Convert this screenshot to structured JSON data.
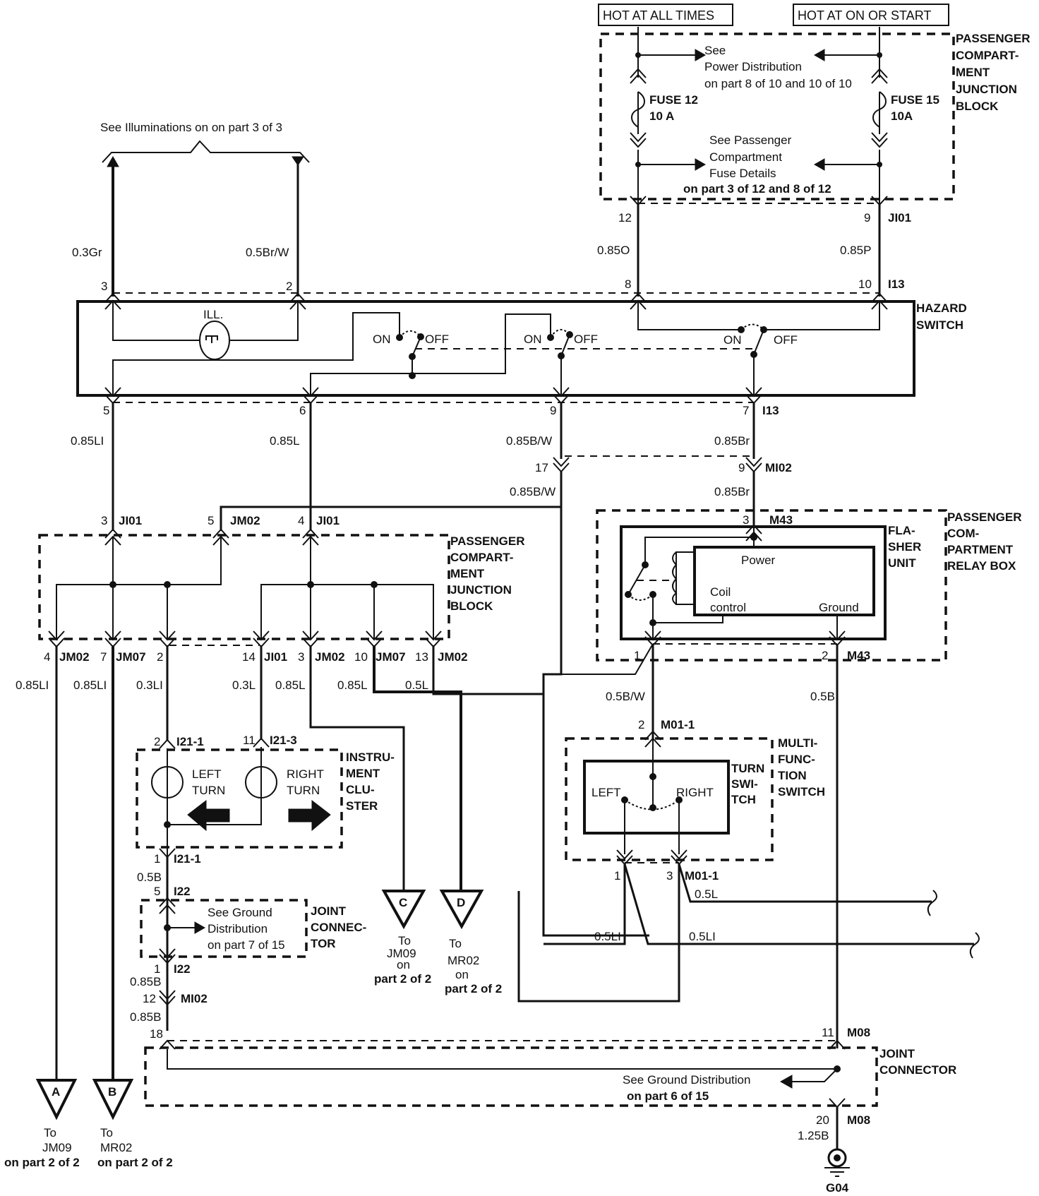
{
  "power_sources": {
    "hot_at_all_times": "HOT AT ALL TIMES",
    "hot_at_on_or_start": "HOT AT ON OR START"
  },
  "pcjb_top": {
    "label": [
      "PASSENGER",
      "COMPART-",
      "MENT",
      "JUNCTION",
      "BLOCK"
    ],
    "see_power": [
      "See",
      "Power Distribution",
      "on part 8 of 10 and 10 of 10"
    ],
    "fuse12": [
      "FUSE 12",
      "10 A"
    ],
    "fuse15": [
      "FUSE 15",
      "10A"
    ],
    "see_fuse": [
      "See Passenger",
      "Compartment",
      "Fuse Details",
      "on part 3 of 12 and 8 of 12"
    ],
    "pin_left": "12",
    "pin_right": "9",
    "connector": "JI01"
  },
  "illumination": {
    "note": "See Illuminations on on part 3 of 3",
    "wire_left": "0.3Gr",
    "wire_right": "0.5Br/W"
  },
  "hazard_switch": {
    "label": [
      "HAZARD",
      "SWITCH"
    ],
    "ill_label": "ILL.",
    "on": "ON",
    "off": "OFF",
    "pins_top": [
      "3",
      "2",
      "8",
      "10"
    ],
    "connector_top": "I13",
    "pins_bottom": [
      "5",
      "6",
      "9",
      "7"
    ],
    "connector_bottom": "I13",
    "wire_8": "0.85O",
    "wire_10": "0.85P"
  },
  "wires_mid": {
    "w5": "0.85LI",
    "w6": "0.85L",
    "w9": "0.85B/W",
    "w7": "0.85Br",
    "mi02_pin_17": "17",
    "mi02_pin_9": "9",
    "mi02_connector": "MI02",
    "w17": "0.85B/W",
    "w9b": "0.85Br"
  },
  "pcjb_mid": {
    "label": [
      "PASSENGER",
      "COMPART-",
      "MENT",
      "JUNCTION",
      "BLOCK"
    ],
    "top_pins": [
      {
        "pin": "3",
        "conn": "JI01"
      },
      {
        "pin": "5",
        "conn": "JM02"
      },
      {
        "pin": "4",
        "conn": "JI01"
      }
    ],
    "bottom_pins": [
      {
        "pin": "4",
        "conn": "JM02",
        "wire": "0.85LI"
      },
      {
        "pin": "7",
        "conn": "JM07",
        "wire": "0.85LI"
      },
      {
        "pin": "2",
        "conn": "",
        "wire": "0.3LI"
      },
      {
        "pin": "14",
        "conn": "JI01",
        "wire": "0.3L"
      },
      {
        "pin": "3",
        "conn": "JM02",
        "wire": "0.85L"
      },
      {
        "pin": "10",
        "conn": "JM07",
        "wire": "0.85L"
      },
      {
        "pin": "13",
        "conn": "JM02",
        "wire": "0.5L"
      }
    ]
  },
  "flasher": {
    "relay_box_label": [
      "PASSENGER",
      "COM-",
      "PARTMENT",
      "RELAY BOX"
    ],
    "unit_label": [
      "FLA-",
      "SHER",
      "UNIT"
    ],
    "power": "Power",
    "coil": "Coil",
    "control": "control",
    "ground": "Ground",
    "pin_top": "3",
    "conn_top": "M43",
    "pin_1": "1",
    "pin_2": "2",
    "conn_bottom": "M43",
    "wire_1": "0.5B/W",
    "wire_2": "0.5B"
  },
  "cluster": {
    "label": [
      "INSTRU-",
      "MENT",
      "CLU-",
      "STER"
    ],
    "pin_top_left": "2",
    "conn_top_left": "I21-1",
    "pin_top_right": "11",
    "conn_top_right": "I21-3",
    "left_turn": [
      "LEFT",
      "TURN"
    ],
    "right_turn": [
      "RIGHT",
      "TURN"
    ],
    "pin_bottom": "1",
    "conn_bottom": "I21-1",
    "wire_bottom": "0.5B"
  },
  "joint_connector_i22": {
    "label": [
      "JOINT",
      "CONNEC-",
      "TOR"
    ],
    "pin_top": "5",
    "conn": "I22",
    "note": [
      "See Ground",
      "Distribution",
      "on part 7 of 15"
    ],
    "pin_bottom": "1",
    "wire": "0.85B",
    "mi02_pin": "12",
    "mi02_conn": "MI02",
    "wire2": "0.85B",
    "pin_18": "18"
  },
  "multifunction": {
    "label": [
      "MULTI-",
      "FUNC-",
      "TION",
      "SWITCH"
    ],
    "turn_label": [
      "TURN",
      "SWI-",
      "TCH"
    ],
    "left": "LEFT",
    "right": "RIGHT",
    "pin_top": "2",
    "conn_top": "M01-1",
    "pin_1": "1",
    "pin_3": "3",
    "conn_bottom": "M01-1",
    "wire_r": "0.5L",
    "wire_l": "0.5LI",
    "wire_l2": "0.5LI"
  },
  "joint_connector_m08": {
    "label": [
      "JOINT",
      "CONNECTOR"
    ],
    "pin_top": "11",
    "conn": "M08",
    "note": [
      "See Ground Distribution",
      "on part 6 of 15"
    ],
    "pin_bottom": "20",
    "wire": "1.25B",
    "ground": "G04"
  },
  "offpage": [
    {
      "letter": "A",
      "text": [
        "To",
        "JM09",
        "on part 2 of 2"
      ]
    },
    {
      "letter": "B",
      "text": [
        "To",
        "MR02",
        "on part 2 of 2"
      ]
    },
    {
      "letter": "C",
      "text": [
        "To",
        "JM09",
        "on",
        "part 2 of 2"
      ]
    },
    {
      "letter": "D",
      "text": [
        "To",
        "MR02",
        "on",
        "part 2 of 2"
      ]
    }
  ]
}
